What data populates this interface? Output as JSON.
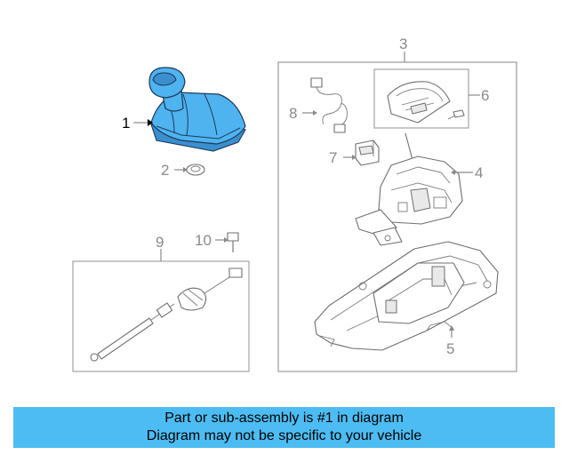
{
  "highlight_color": "#4fb3f0",
  "callouts": [
    "1",
    "2",
    "3",
    "4",
    "5",
    "6",
    "7",
    "8",
    "9",
    "10"
  ],
  "highlighted_part": "1",
  "banner": {
    "line1": "Part or sub-assembly is #1 in diagram",
    "line2": "Diagram may not be specific to your vehicle"
  }
}
